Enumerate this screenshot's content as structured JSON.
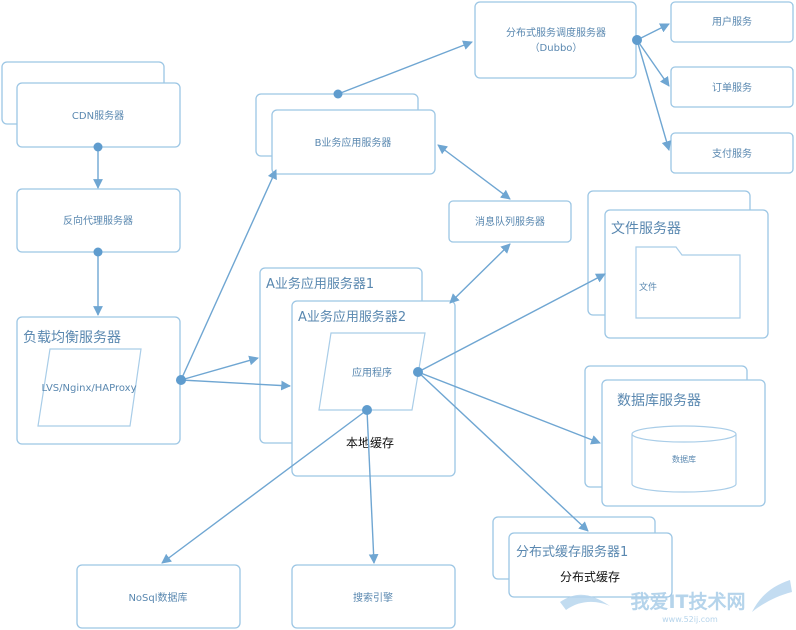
{
  "nodes": {
    "cdn": "CDN服务器",
    "reverse_proxy": "反向代理服务器",
    "load_balancer": "负载均衡服务器",
    "lb_software": "LVS/Nginx/HAProxy",
    "b_app_server": "B业务应用服务器",
    "dispatch_server": "分布式服务调度服务器",
    "dispatch_sub": "（Dubbo）",
    "user_service": "用户服务",
    "order_service": "订单服务",
    "payment_service": "支付服务",
    "mq_server": "消息队列服务器",
    "a_app_server_1": "A业务应用服务器1",
    "a_app_server_2": "A业务应用服务器2",
    "app_program": "应用程序",
    "local_cache": "本地缓存",
    "file_server": "文件服务器",
    "file": "文件",
    "db_server": "数据库服务器",
    "database": "数据库",
    "dist_cache_server": "分布式缓存服务器1",
    "dist_cache": "分布式缓存",
    "nosql": "NoSql数据库",
    "search_engine": "搜索引擎"
  },
  "watermark": {
    "title": "我爱IT技术网",
    "url": "www.52ij.com"
  },
  "colors": {
    "line": "#6fa6d2",
    "border": "#9cc6e4",
    "text": "#5a88b0"
  }
}
